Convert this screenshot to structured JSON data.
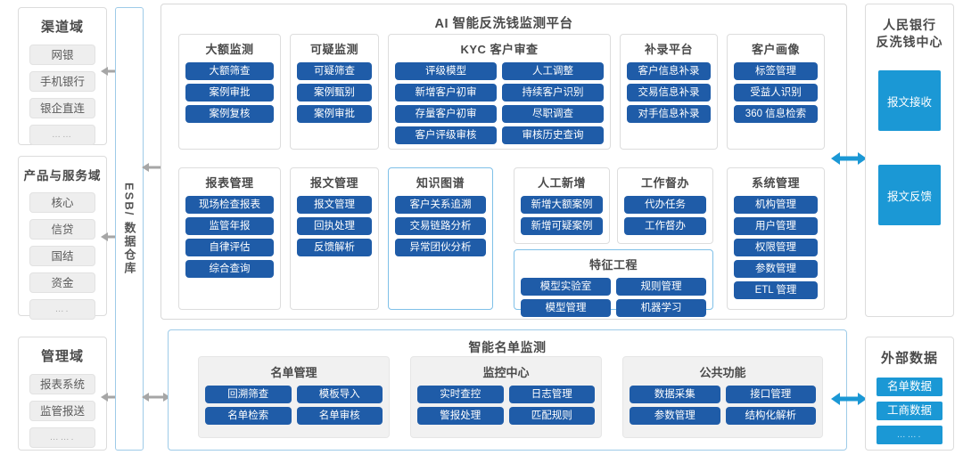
{
  "left_column": [
    {
      "title": "渠道域",
      "items": [
        "网银",
        "手机银行",
        "银企直连",
        "……"
      ]
    },
    {
      "title": "产品与服务域",
      "items": [
        "核心",
        "信贷",
        "国结",
        "资金",
        "…."
      ]
    },
    {
      "title": "管理域",
      "items": [
        "报表系统",
        "监管报送",
        "……."
      ]
    }
  ],
  "esb": {
    "label": "ESB/ 数据仓库"
  },
  "main": {
    "title": "AI 智能反洗钱监测平台",
    "row1": [
      {
        "title": "大额监测",
        "layout": "full",
        "buttons": [
          "大额筛查",
          "案例审批",
          "案例复核"
        ]
      },
      {
        "title": "可疑监测",
        "layout": "full",
        "buttons": [
          "可疑筛查",
          "案例甄别",
          "案例审批"
        ]
      },
      {
        "title": "KYC 客户审查",
        "layout": "half",
        "buttons": [
          "评级模型",
          "人工调整",
          "新增客户初审",
          "持续客户识别",
          "存量客户初审",
          "尽职调查",
          "客户评级审核",
          "审核历史查询"
        ]
      },
      {
        "title": "补录平台",
        "layout": "full",
        "buttons": [
          "客户信息补录",
          "交易信息补录",
          "对手信息补录"
        ]
      },
      {
        "title": "客户画像",
        "layout": "full",
        "buttons": [
          "标签管理",
          "受益人识别",
          "360 信息检索"
        ]
      }
    ],
    "row2": [
      {
        "title": "报表管理",
        "layout": "full",
        "buttons": [
          "现场检查报表",
          "监管年报",
          "自律评估",
          "综合查询"
        ]
      },
      {
        "title": "报文管理",
        "layout": "full",
        "buttons": [
          "报文管理",
          "回执处理",
          "反馈解析"
        ]
      },
      {
        "title": "知识图谱",
        "layout": "full",
        "highlight": true,
        "buttons": [
          "客户关系追溯",
          "交易链路分析",
          "异常团伙分析"
        ]
      },
      {
        "title": "人工新增",
        "layout": "full",
        "buttons": [
          "新增大额案例",
          "新增可疑案例"
        ]
      },
      {
        "title": "工作督办",
        "layout": "full",
        "buttons": [
          "代办任务",
          "工作督办"
        ]
      },
      {
        "title": "特征工程",
        "layout": "half",
        "highlight": true,
        "buttons": [
          "模型实验室",
          "规则管理",
          "模型管理",
          "机器学习"
        ]
      },
      {
        "title": "系统管理",
        "layout": "full",
        "buttons": [
          "机构管理",
          "用户管理",
          "权限管理",
          "参数管理",
          "ETL 管理"
        ]
      }
    ]
  },
  "list_panel": {
    "title": "智能名单监测",
    "groups": [
      {
        "title": "名单管理",
        "buttons": [
          "回溯筛查",
          "模板导入",
          "名单检索",
          "名单审核"
        ]
      },
      {
        "title": "监控中心",
        "buttons": [
          "实时查控",
          "日志管理",
          "警报处理",
          "匹配规则"
        ]
      },
      {
        "title": "公共功能",
        "buttons": [
          "数据采集",
          "接口管理",
          "参数管理",
          "结构化解析"
        ]
      }
    ]
  },
  "right_column": {
    "pboc": {
      "title_line1": "人民银行",
      "title_line2": "反洗钱中心",
      "boxes": [
        "报文接收",
        "报文反馈"
      ]
    },
    "external": {
      "title": "外部数据",
      "items": [
        "名单数据",
        "工商数据",
        "……."
      ]
    }
  },
  "colors": {
    "button_blue": "#1f5ca8",
    "cyan": "#1b98d5",
    "arrow_gray": "#a6a6a6",
    "arrow_blue": "#1b98d5",
    "highlight_border": "#7fc0e8"
  }
}
